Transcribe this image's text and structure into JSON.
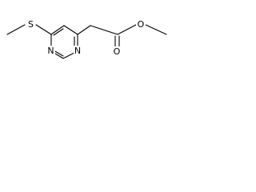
{
  "molecule": {
    "atoms": {
      "sulfur": "S",
      "nitrogen_top": "N",
      "nitrogen_bottom": "N",
      "oxygen_carbonyl": "O",
      "oxygen_ester": "O"
    }
  }
}
